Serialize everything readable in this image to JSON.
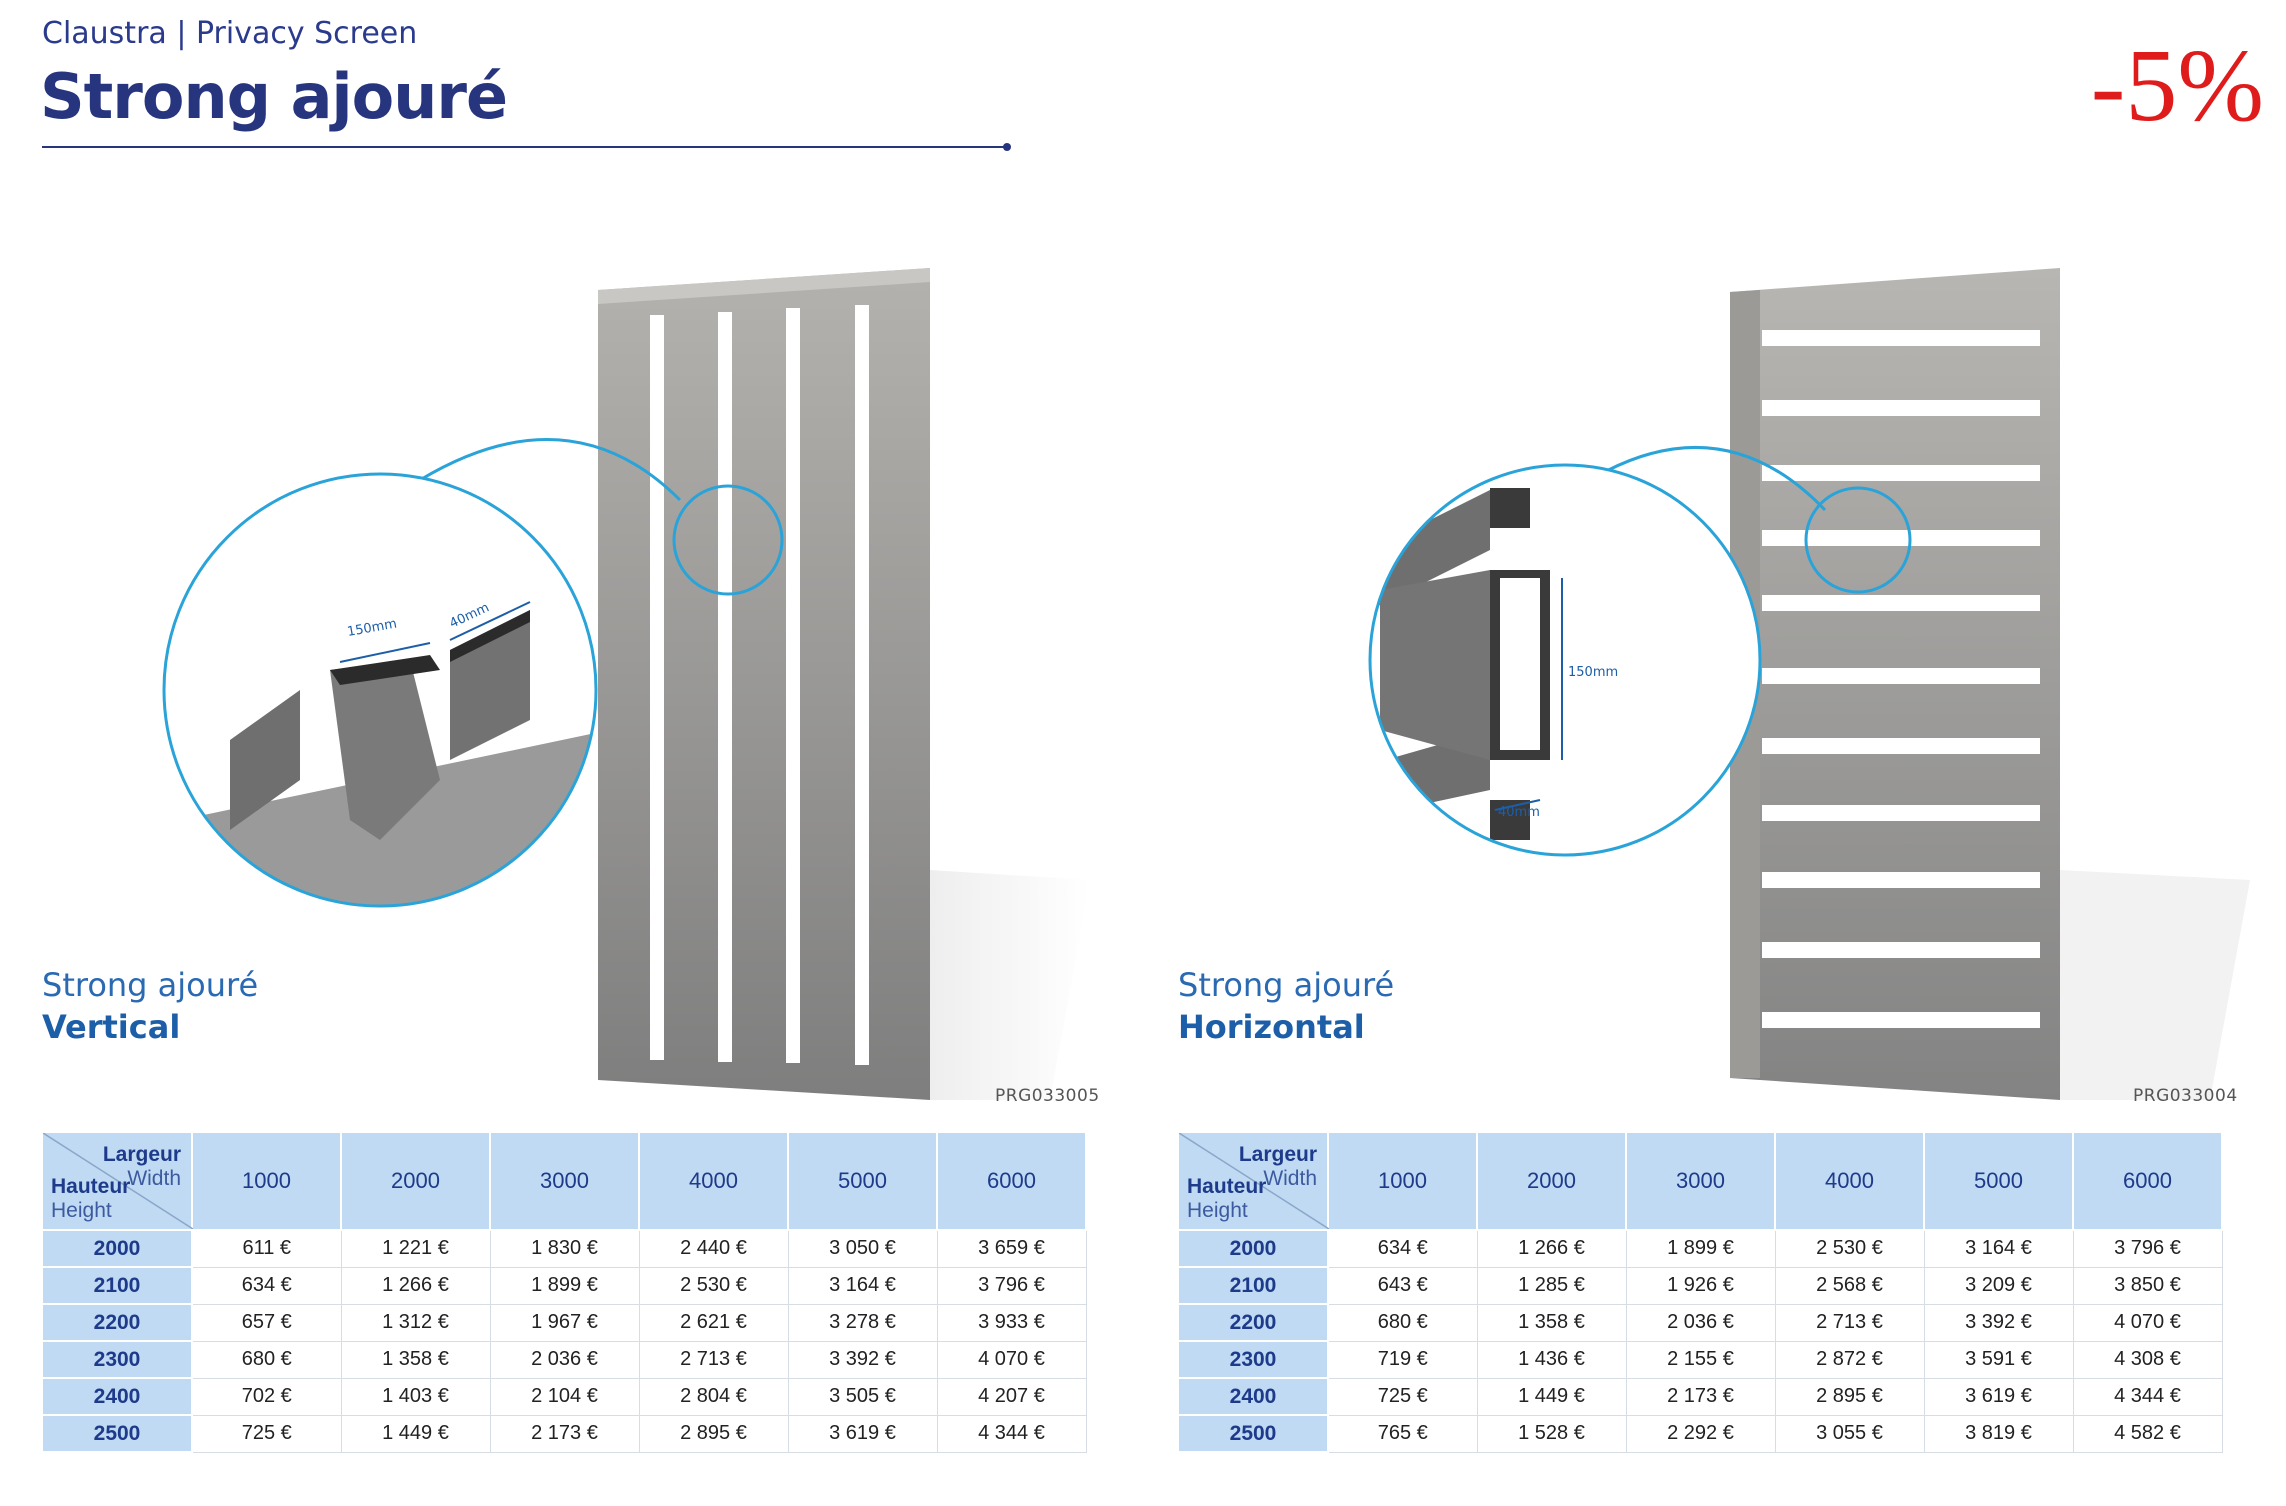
{
  "header": {
    "subtitle": "Claustra | Privacy Screen",
    "title": "Strong ajouré",
    "discount": "-5%"
  },
  "colors": {
    "brand_navy": "#27357f",
    "accent_blue": "#1d5ea8",
    "discount_red": "#e01b1b",
    "table_header_bg": "#bfdaf2",
    "panel_grey": "#8f8f8f",
    "detail_circle": "#2aa3d9"
  },
  "left": {
    "variant_line1": "Strong ajouré",
    "variant_line2": "Vertical",
    "code": "PRG033005",
    "dim_a": "150mm",
    "dim_b": "40mm",
    "table": {
      "corner": {
        "width_fr": "Largeur",
        "width_en": "Width",
        "height_fr": "Hauteur",
        "height_en": "Height"
      },
      "columns": [
        "1000",
        "2000",
        "3000",
        "4000",
        "5000",
        "6000"
      ],
      "rows": [
        {
          "h": "2000",
          "c": [
            "611 €",
            "1 221 €",
            "1 830 €",
            "2 440 €",
            "3 050 €",
            "3 659 €"
          ]
        },
        {
          "h": "2100",
          "c": [
            "634 €",
            "1 266 €",
            "1 899 €",
            "2 530 €",
            "3 164 €",
            "3 796 €"
          ]
        },
        {
          "h": "2200",
          "c": [
            "657 €",
            "1 312 €",
            "1 967 €",
            "2 621 €",
            "3 278 €",
            "3 933 €"
          ]
        },
        {
          "h": "2300",
          "c": [
            "680 €",
            "1 358 €",
            "2 036 €",
            "2 713 €",
            "3 392 €",
            "4 070 €"
          ]
        },
        {
          "h": "2400",
          "c": [
            "702 €",
            "1 403 €",
            "2 104 €",
            "2 804 €",
            "3 505 €",
            "4 207 €"
          ]
        },
        {
          "h": "2500",
          "c": [
            "725 €",
            "1 449 €",
            "2 173 €",
            "2 895 €",
            "3 619 €",
            "4 344 €"
          ]
        }
      ]
    }
  },
  "right": {
    "variant_line1": "Strong ajouré",
    "variant_line2": "Horizontal",
    "code": "PRG033004",
    "dim_a": "150mm",
    "dim_b": "40mm",
    "table": {
      "corner": {
        "width_fr": "Largeur",
        "width_en": "Width",
        "height_fr": "Hauteur",
        "height_en": "Height"
      },
      "columns": [
        "1000",
        "2000",
        "3000",
        "4000",
        "5000",
        "6000"
      ],
      "rows": [
        {
          "h": "2000",
          "c": [
            "634 €",
            "1 266 €",
            "1 899 €",
            "2 530 €",
            "3 164 €",
            "3 796 €"
          ]
        },
        {
          "h": "2100",
          "c": [
            "643 €",
            "1 285 €",
            "1 926 €",
            "2 568 €",
            "3 209 €",
            "3 850 €"
          ]
        },
        {
          "h": "2200",
          "c": [
            "680 €",
            "1 358 €",
            "2 036 €",
            "2 713 €",
            "3 392 €",
            "4 070 €"
          ]
        },
        {
          "h": "2300",
          "c": [
            "719 €",
            "1 436 €",
            "2 155 €",
            "2 872 €",
            "3 591 €",
            "4 308 €"
          ]
        },
        {
          "h": "2400",
          "c": [
            "725 €",
            "1 449 €",
            "2 173 €",
            "2 895 €",
            "3 619 €",
            "4 344 €"
          ]
        },
        {
          "h": "2500",
          "c": [
            "765 €",
            "1 528 €",
            "2 292 €",
            "3 055 €",
            "3 819 €",
            "4 582 €"
          ]
        }
      ]
    }
  }
}
